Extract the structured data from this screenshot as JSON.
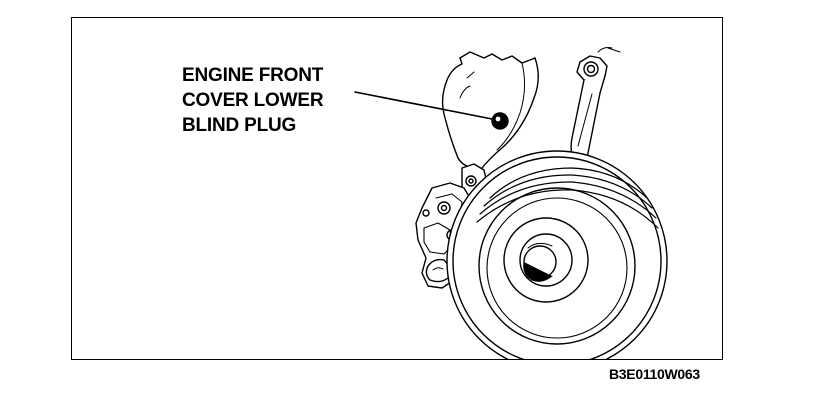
{
  "callout": {
    "lines": [
      "ENGINE FRONT",
      "COVER LOWER",
      "BLIND PLUG"
    ]
  },
  "figure_code": "B3E0110W063",
  "colors": {
    "ink": "#000000",
    "paper": "#ffffff"
  }
}
